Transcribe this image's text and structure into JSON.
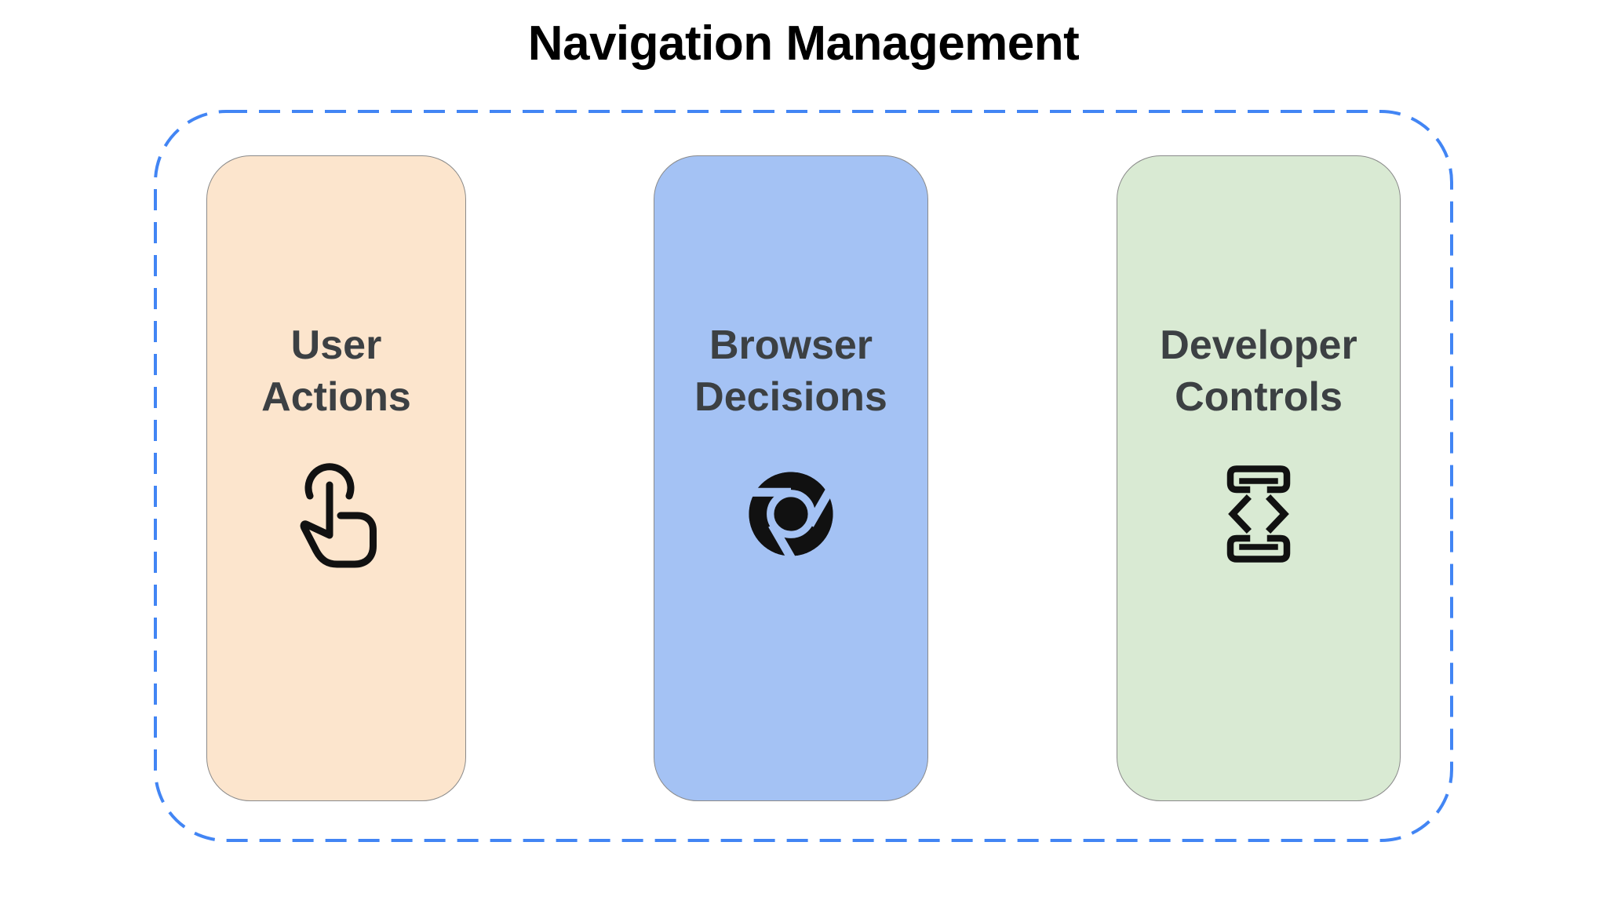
{
  "title": "Navigation Management",
  "diagram": {
    "colors": {
      "background": "#FFFFFF",
      "title_text": "#000000",
      "outer_dashed_border": "#4285F4",
      "card_border": "#8A8A8A",
      "label_text": "#3C4043",
      "icon_color": "#111111"
    },
    "cards": [
      {
        "label": "User Actions",
        "lines": [
          "User",
          "Actions"
        ],
        "bg": "#FCE5CD",
        "icon": "touch-gesture-icon"
      },
      {
        "label": "Browser Decisions",
        "lines": [
          "Browser",
          "Decisions"
        ],
        "bg": "#A4C2F4",
        "icon": "chrome-browser-icon"
      },
      {
        "label": "Developer Controls",
        "lines": [
          "Developer",
          "Controls"
        ],
        "bg": "#D9EAD3",
        "icon": "developer-mode-icon"
      }
    ]
  }
}
